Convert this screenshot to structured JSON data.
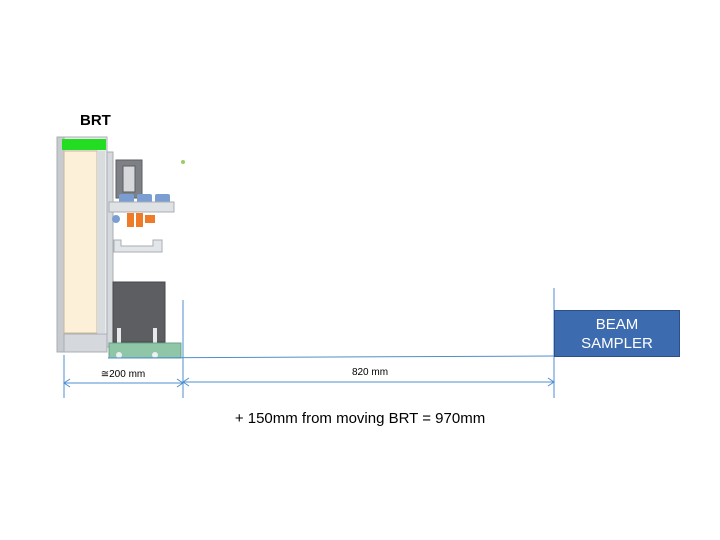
{
  "labels": {
    "brt": "BRT",
    "beam_sampler_line1": "BEAM",
    "beam_sampler_line2": "SAMPLER"
  },
  "dimensions": {
    "left": "≅200 mm",
    "right": "820 mm"
  },
  "summary": "+ 150mm from moving BRT = 970mm",
  "colors": {
    "green_cap": "#22dd22",
    "panel_fill": "#fcf0d8",
    "frame": "#bfc4c9",
    "base": "#8fc6a8",
    "beam_sampler": "#3d6bb0",
    "orange": "#ef7a28",
    "blue_part": "#7b9ed2",
    "dark_block": "#5c5e62",
    "dimension_line": "#4f8fd0"
  }
}
